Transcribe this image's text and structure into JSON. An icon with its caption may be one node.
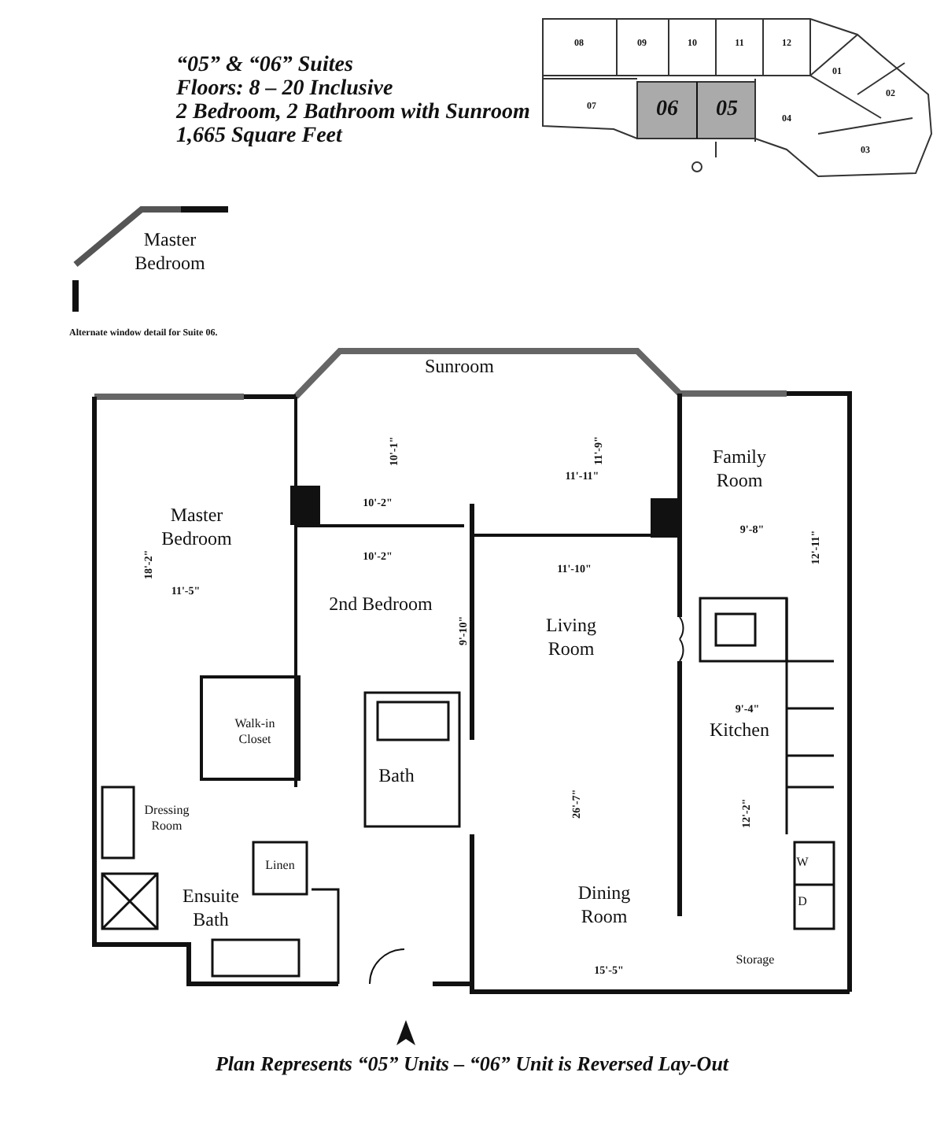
{
  "diagram": {
    "caption": "Plan Represents “05” Units – “06” Unit is Reversed Lay-Out",
    "labels": [
      "“05” & “06” Suites",
      "Floors: 8 – 20 Inclusive",
      "2 Bedroom, 2 Bathroom with Sunroom",
      "1,665 Square Feet",
      "08",
      "09",
      "10",
      "11",
      "12",
      "01",
      "02",
      "07",
      "06",
      "05",
      "04",
      "03",
      "Master Bedroom",
      "Alternate window detail for Suite 06.",
      "Sunroom",
      "10'-1\"",
      "10'-2\"",
      "11'-9\"",
      "11'-11\"",
      "Family Room",
      "12'-11\"",
      "9'-8\"",
      "Master Bedroom",
      "18'-2\"",
      "11'-5\"",
      "10'-2\"",
      "2nd Bedroom",
      "9'-10\"",
      "11'-10\"",
      "Living Room",
      "9'-4\"",
      "Kitchen",
      "12'-2\"",
      "Walk-in Closet",
      "Bath",
      "26'-7\"",
      "Dressing Room",
      "Linen",
      "Ensuite Bath",
      "W",
      "D",
      "Dining Room",
      "Storage",
      "15'-5\""
    ]
  }
}
